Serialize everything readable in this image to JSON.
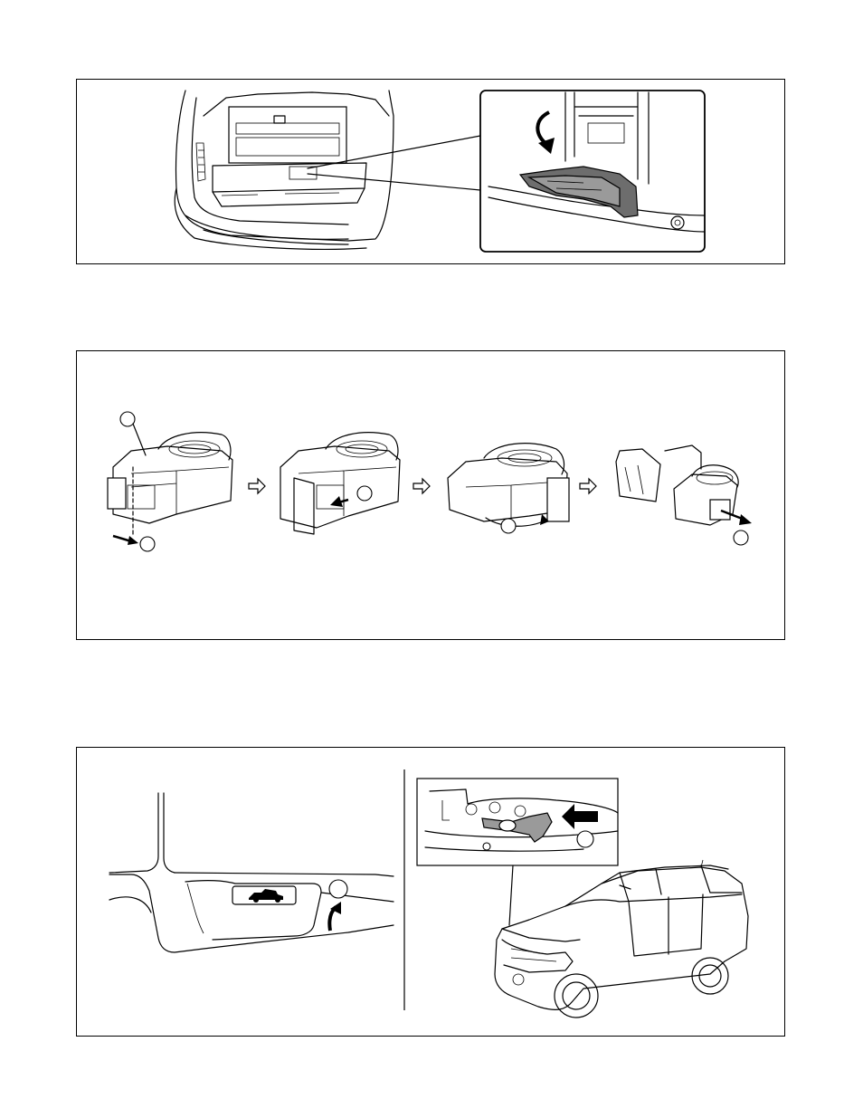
{
  "page": {
    "background": "#ffffff",
    "line_color": "#000000",
    "part_fill": "#9a9a9a"
  },
  "panels": [
    {
      "name": "trunk-access-cover-illustration",
      "icons": [
        "curved-arrow-icon"
      ]
    },
    {
      "name": "unit-removal-sequence-illustration",
      "icons": [
        "step-arrow-icon",
        "callout-circle-icon",
        "pull-arrow-icon"
      ]
    },
    {
      "name": "hood-release-illustration",
      "icons": [
        "hood-open-icon",
        "curved-arrow-icon",
        "push-arrow-icon",
        "callout-circle-icon"
      ]
    }
  ]
}
